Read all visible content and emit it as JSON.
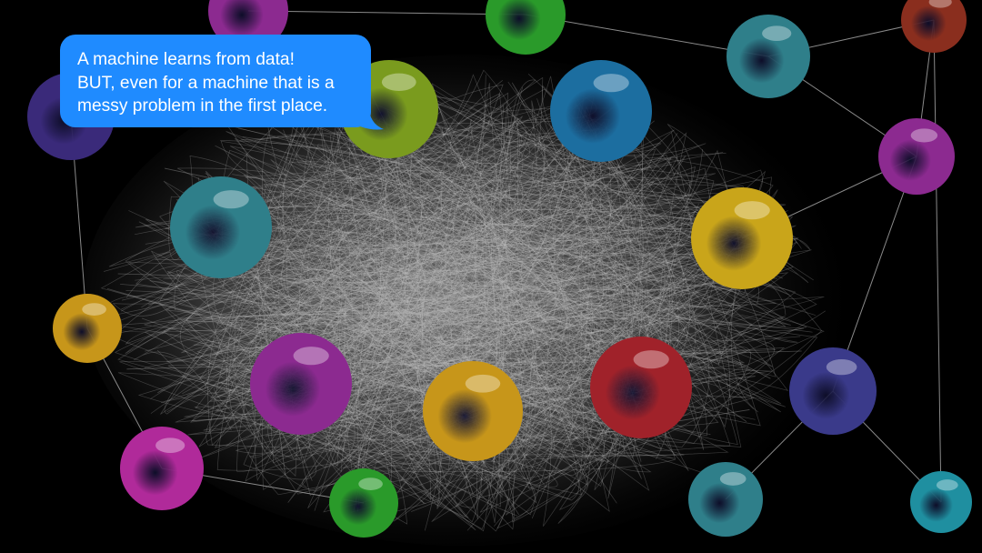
{
  "message": {
    "lines": [
      "A machine learns from data!",
      "BUT, even for a machine that is a",
      "messy problem in the first place."
    ],
    "color": "#1f8bff",
    "text_color": "#ffffff"
  },
  "scene": {
    "background": "#000000",
    "scribble_color": "#bdbdbd",
    "line_color": "#8a8a8a",
    "sphere_colors": [
      "#2f7f8a",
      "#1c6ea0",
      "#7a9b1e",
      "#2a9a2a",
      "#c9a51a",
      "#c7961a",
      "#8c2a90",
      "#b02a9a",
      "#3a3a8a",
      "#3a2a7a",
      "#a0222a",
      "#8a2e1e",
      "#1f8fa0"
    ]
  }
}
